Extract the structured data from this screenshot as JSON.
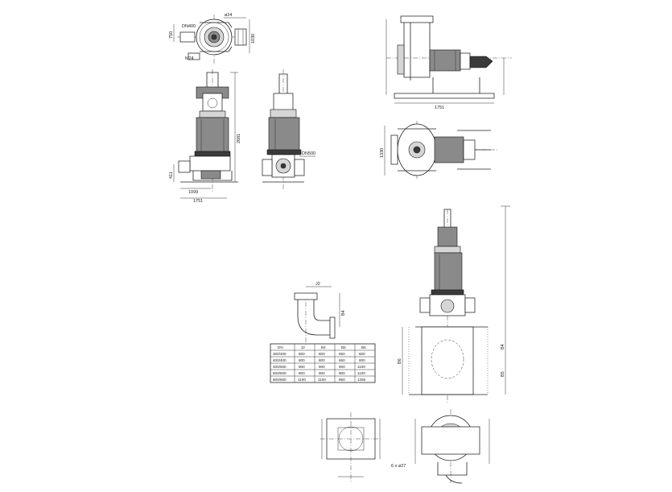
{
  "labels": {
    "top_flange_dia": "ø24",
    "top_h1": "750",
    "top_dn": "DN400",
    "top_h2": "1030",
    "top_m": "M24",
    "front_h": "2681",
    "front_dn": "DN500",
    "front_base_h": "411",
    "front_w1": "1099",
    "front_w2": "1751",
    "side_w": "1751",
    "plan_h": "1330",
    "install_b": "B4",
    "install_b6": "B6",
    "install_b5": "B5",
    "install_j2": "J2",
    "base_note": "6 x ø27"
  },
  "table": {
    "headers": [
      "DN",
      "J2",
      "B4",
      "B5",
      "B6"
    ],
    "rows": [
      [
        "300/400",
        "800",
        "800",
        "650",
        "800"
      ],
      [
        "400/400",
        "800",
        "800",
        "650",
        "800"
      ],
      [
        "400/500",
        "900",
        "900",
        "900",
        "1100"
      ],
      [
        "500/500",
        "900",
        "900",
        "900",
        "1100"
      ],
      [
        "600/600",
        "1100",
        "1100",
        "950",
        "1250"
      ]
    ]
  }
}
